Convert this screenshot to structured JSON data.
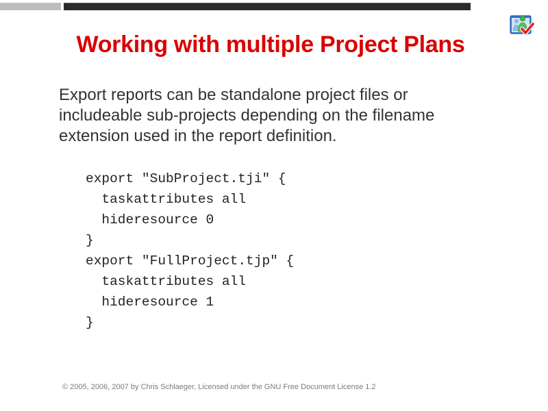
{
  "header": {
    "bars": [
      {
        "name": "left-accent-bar",
        "color": "#bdbdbd"
      },
      {
        "name": "main-accent-bar",
        "color": "#2b2b2b"
      }
    ],
    "logo_icon": "project-users-check-icon"
  },
  "slide": {
    "title": "Working with multiple Project Plans",
    "title_color": "#d90000",
    "body_lines": [
      "Export reports can be standalone project files or",
      "includeable sub-projects depending on the filename",
      "extension used in the report definition."
    ],
    "code_lines": [
      "export \"SubProject.tji\" {",
      "  taskattributes all",
      "  hideresource 0",
      "}",
      "export \"FullProject.tjp\" {",
      "  taskattributes all",
      "  hideresource 1",
      "}"
    ]
  },
  "footer": {
    "copyright": "© 2005, 2006, 2007 by Chris Schlaeger, Licensed under the GNU Free Document License 1.2"
  }
}
